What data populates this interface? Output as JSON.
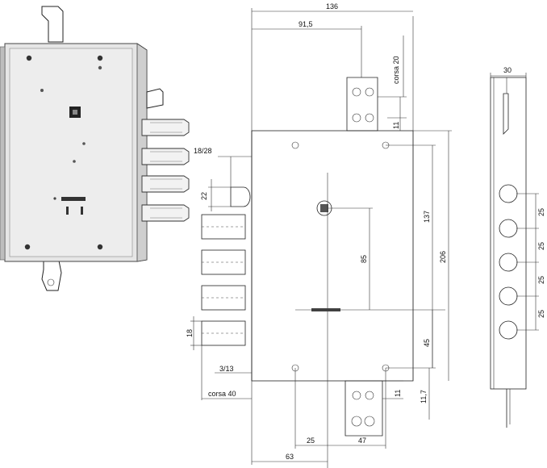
{
  "dimensions": {
    "overall_width": "136",
    "to_spindle": "91,5",
    "top_stroke": "corsa 20",
    "top_offset": "11",
    "bolt_spec": "18/28",
    "bolt_pitch": "22",
    "keyhole_height": "85",
    "spindle_height": "137",
    "total_height": "206",
    "low_distance": "45",
    "bolt_dia": "18",
    "bottom_gap": "3/13",
    "bottom_stroke": "corsa 40",
    "bottom_offset": "11",
    "bottom_height": "11,7",
    "backset_25": "25",
    "backset_47": "47",
    "backset_63": "63",
    "side_width": "30",
    "side_pitch_1": "25",
    "side_pitch_2": "25",
    "side_pitch_3": "25",
    "side_pitch_4": "25"
  }
}
